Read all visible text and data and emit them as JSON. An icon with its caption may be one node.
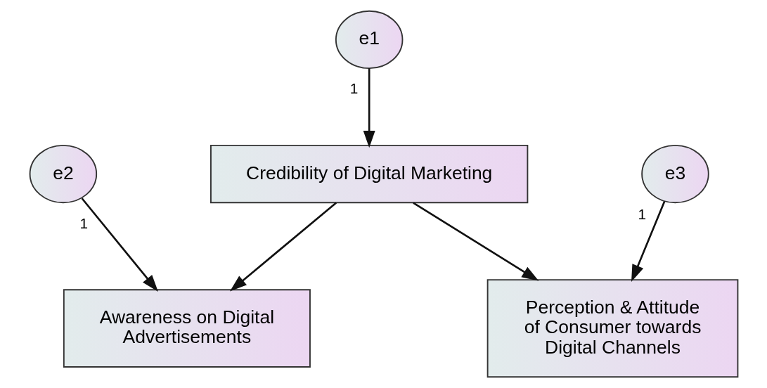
{
  "diagram": {
    "nodes": [
      {
        "text": [
          "e1"
        ]
      },
      {
        "text": [
          "Credibility of Digital Marketing"
        ]
      },
      {
        "text": [
          "e2"
        ]
      },
      {
        "text": [
          "Awareness on Digital Advertisements"
        ]
      },
      {
        "text": [
          "e3"
        ]
      },
      {
        "text": [
          "Perception & Attitude of Consumer towards Digital Channels"
        ]
      }
    ],
    "edges": [
      {
        "from": 0,
        "to": 1,
        "arrow": "to",
        "label": "1"
      },
      {
        "from": 1,
        "to": 3,
        "arrow": "to"
      },
      {
        "from": 1,
        "to": 5,
        "arrow": "to"
      },
      {
        "from": 2,
        "to": 3,
        "arrow": "to",
        "label": "1"
      },
      {
        "from": 4,
        "to": 5,
        "arrow": "to",
        "label": "1"
      }
    ]
  }
}
